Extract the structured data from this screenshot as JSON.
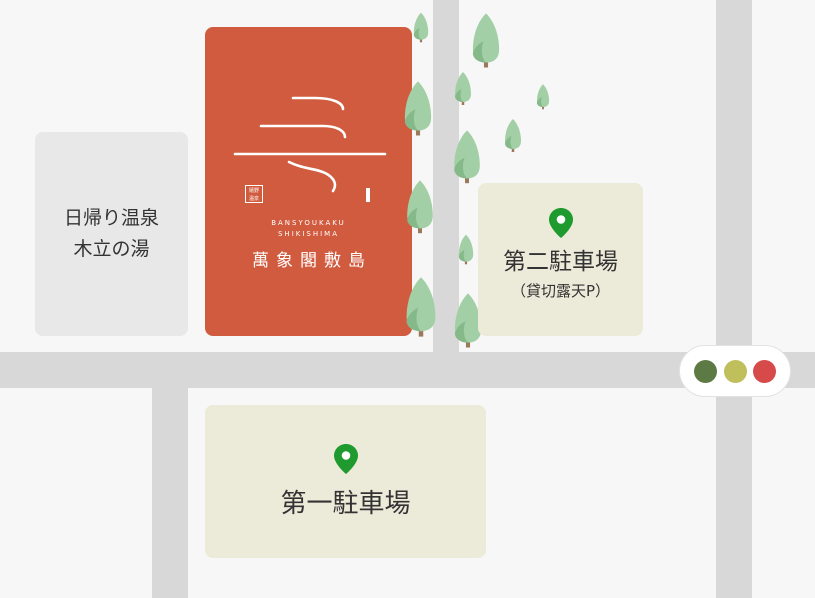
{
  "map": {
    "onsen": {
      "line1": "日帰り温泉",
      "line2": "木立の湯"
    },
    "hotel": {
      "name_en_1": "BANSYOUKAKU",
      "name_en_2": "SHIKISHIMA",
      "name_jp": "萬象閣敷島",
      "seal_1": "嬉野",
      "seal_2": "温泉",
      "color": "#d05b3e"
    },
    "parking2": {
      "name": "第二駐車場",
      "sub": "（貸切露天P）"
    },
    "parking1": {
      "name": "第一駐車場"
    },
    "pin_icon": "map-pin-icon",
    "pin_color": "#1f9a2e",
    "traffic_light": {
      "icon": "traffic-light-icon",
      "colors": [
        "#5d7a45",
        "#bfbf5c",
        "#d64a4a"
      ]
    }
  }
}
